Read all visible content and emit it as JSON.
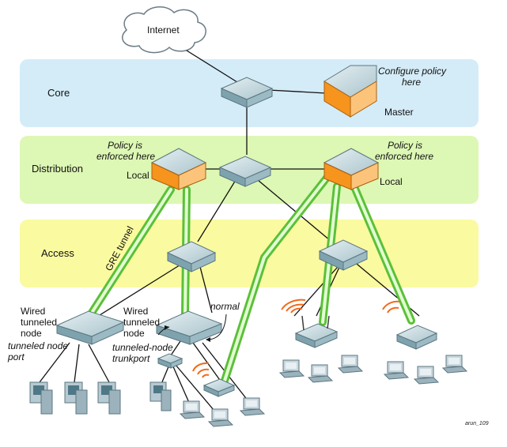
{
  "cloud_label": "Internet",
  "bands": {
    "core": "Core",
    "distribution": "Distribution",
    "access": "Access"
  },
  "annotations": {
    "configure_policy": [
      "Configure policy",
      "here"
    ],
    "master": "Master",
    "policy_left": [
      "Policy is",
      "enforced here"
    ],
    "policy_right": [
      "Policy is",
      "enforced here"
    ],
    "local_left": "Local",
    "local_right": "Local",
    "gre_tunnel": "GRE tunnel",
    "wired_tunneled_left": [
      "Wired",
      "tunneled",
      "node"
    ],
    "tunneled_node_port": [
      "tunneled node",
      "port"
    ],
    "wired_tunneled_mid": [
      "Wired",
      "tunneled",
      "node"
    ],
    "tunneled_node_trunkport": [
      "tunneled-node",
      "trunkport"
    ],
    "normal": "normal",
    "figure_tag": "arun_109"
  },
  "colors": {
    "core_band": "#d4ecf8",
    "distribution_band": "#ddf7b4",
    "access_band": "#fafaa0",
    "tunnel": "#9ef07a",
    "controller_orange": "#f7941d"
  }
}
